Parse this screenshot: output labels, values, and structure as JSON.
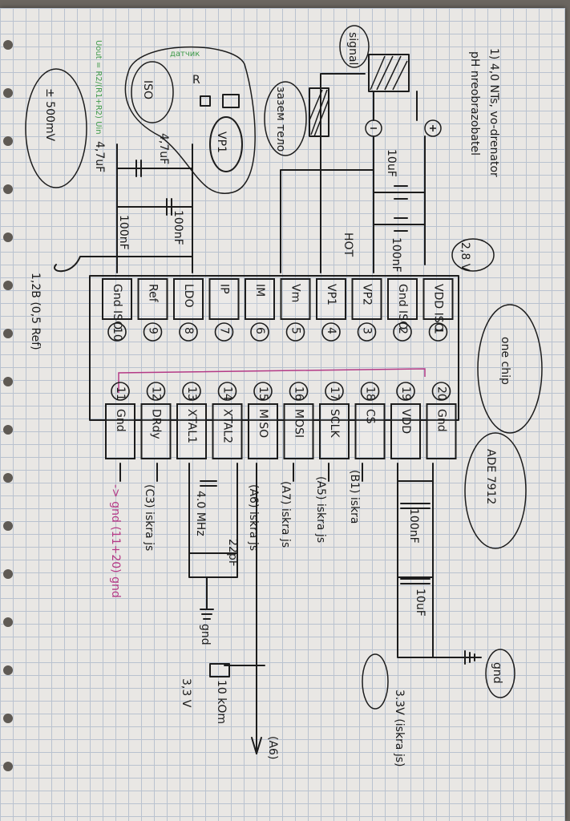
{
  "header": {
    "title": "1) 4,0 NTs, vo-drenator",
    "subtitle": "pH nreobrazobatel",
    "signal": "signal",
    "zazem": "зазем тело",
    "power_note": "2,8 V"
  },
  "chip": {
    "name": "ADE 7912",
    "note": "one chip",
    "top_pins": [
      {
        "num": "10",
        "label": "Gnd ISO"
      },
      {
        "num": "9",
        "label": "Ref"
      },
      {
        "num": "8",
        "label": "LDO"
      },
      {
        "num": "7",
        "label": "IP"
      },
      {
        "num": "6",
        "label": "IM"
      },
      {
        "num": "5",
        "label": "Vm"
      },
      {
        "num": "4",
        "label": "VP1"
      },
      {
        "num": "3",
        "label": "VP2"
      },
      {
        "num": "2",
        "label": "Gnd ISO"
      },
      {
        "num": "1",
        "label": "VDD ISO"
      }
    ],
    "bottom_pins": [
      {
        "num": "11",
        "label": "Gnd"
      },
      {
        "num": "12",
        "label": "DRdy"
      },
      {
        "num": "13",
        "label": "XTAL1"
      },
      {
        "num": "14",
        "label": "XTAL2"
      },
      {
        "num": "15",
        "label": "MISO"
      },
      {
        "num": "16",
        "label": "MOSI"
      },
      {
        "num": "17",
        "label": "SCLK"
      },
      {
        "num": "18",
        "label": "CS"
      },
      {
        "num": "19",
        "label": "VDD"
      },
      {
        "num": "20",
        "label": "Gnd"
      }
    ],
    "hot_note": "HOT"
  },
  "connections": {
    "b1": "(B1) iskra",
    "a5": "(A5) iskra js",
    "a7": "(A7) iskra js",
    "a6": "(A6) iskra js",
    "c3": "(C3) iskra js",
    "gnd_note": "-> gnd (11+20) gnd",
    "a6_bottom": "(A6)",
    "v33": "3.3V (iskra js)",
    "v33_small": "3,3 V"
  },
  "components": {
    "cap_10uf": "10uF",
    "cap_100nf": "100nF",
    "cap_47uf": "4,7uF",
    "cap_100nf_b": "100nF",
    "cap_47uf_b": "4,7uF",
    "cap_100nf_c": "100nF",
    "crystal": "4.0 MHz",
    "cap_22pf": "22pF",
    "gnd_xtal": "gnd",
    "resistor": "10 kOm",
    "gnd_right": "gnd",
    "cap_100nf_r": "100nF",
    "cap_10uf_r": "10uF",
    "ref_note": "1,2B (0,5 Ref)",
    "small_note": "± 500mV",
    "vp1": "VP1",
    "iso": "ISO",
    "r_label": "R",
    "formula": "Uout = R2/(R1+R2) Uin",
    "green_note": "датчик"
  }
}
